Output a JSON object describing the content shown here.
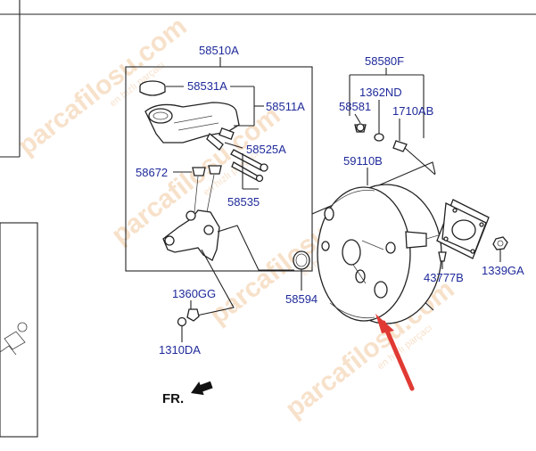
{
  "diagram": {
    "direction_label": "FR.",
    "labels": {
      "p58510A": "58510A",
      "p58531A": "58531A",
      "p58511A": "58511A",
      "p58525A": "58525A",
      "p58672": "58672",
      "p58535": "58535",
      "p58580F": "58580F",
      "p1362ND": "1362ND",
      "p58581": "58581",
      "p1710AB": "1710AB",
      "p59110B": "59110B",
      "p43777B": "43777B",
      "p1339GA": "1339GA",
      "p58594": "58594",
      "p1360GG": "1360GG",
      "p1310DA": "1310DA"
    },
    "watermark": {
      "text": "parcafilosu.com",
      "subtext": "en hızlı parçacı"
    },
    "colors": {
      "label": "#1f2a9a",
      "arrow": "#e03a33",
      "line": "#222222"
    }
  }
}
